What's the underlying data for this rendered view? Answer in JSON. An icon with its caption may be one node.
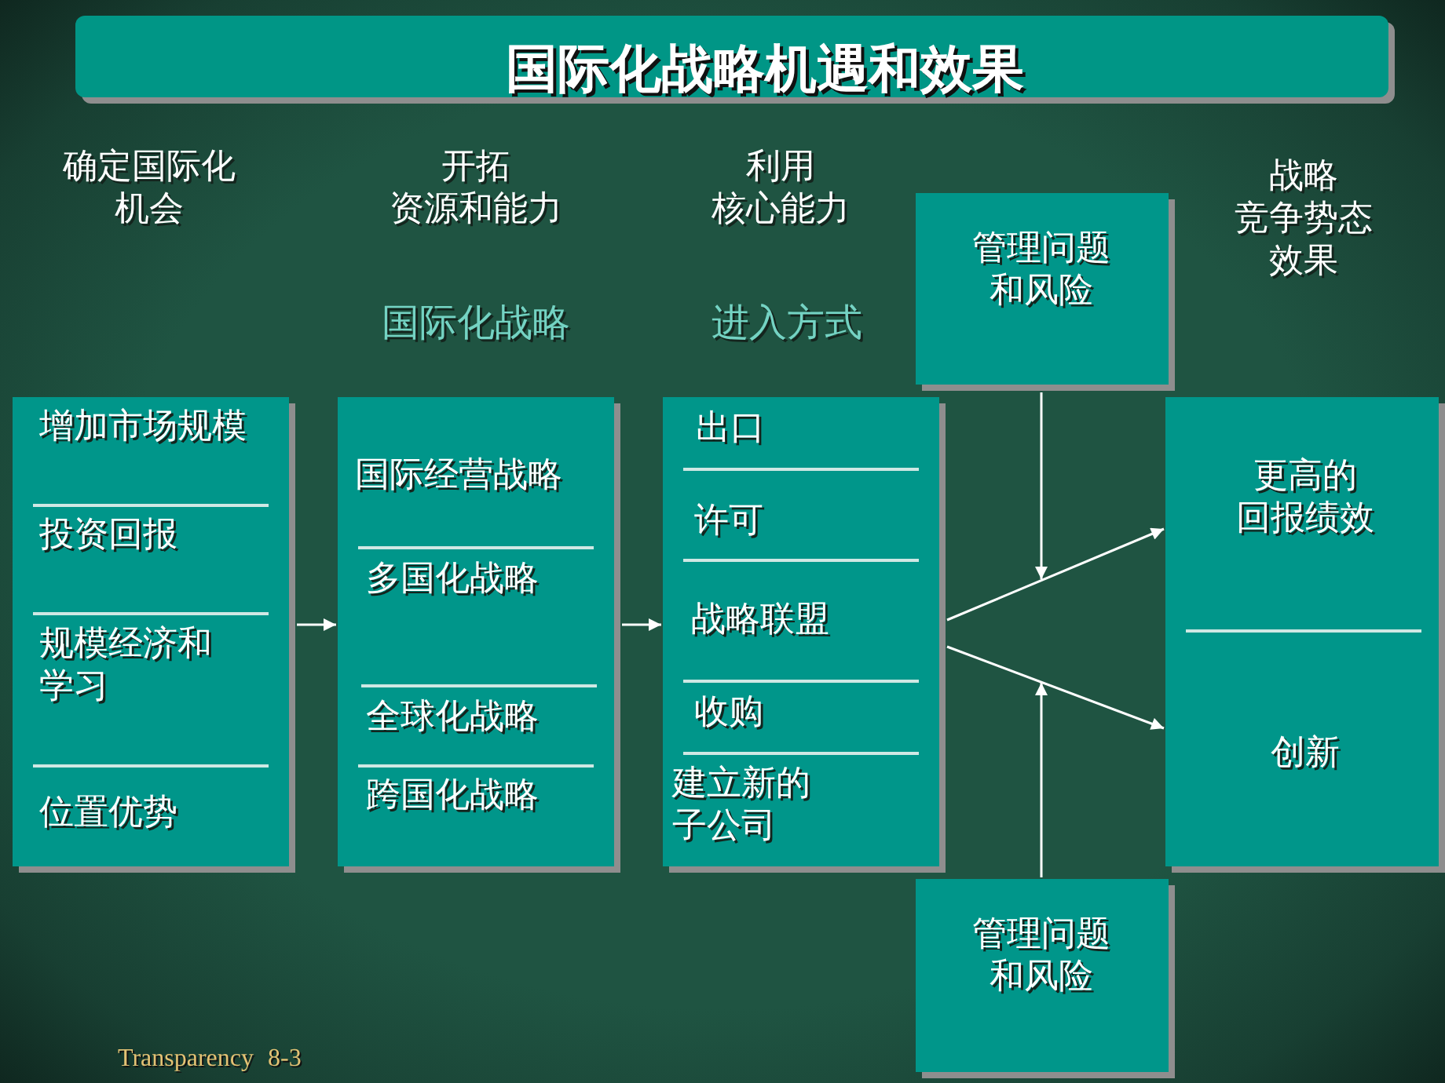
{
  "diagram": {
    "title": "国际化战略机遇和效果",
    "nodes": [
      {
        "text": [
          "增加市场规模",
          "投资回报",
          "规模经济和学习",
          "位置优势"
        ]
      },
      {
        "text": [
          "国际经营战略",
          "多国化战略",
          "全球化战略",
          "跨国化战略"
        ]
      },
      {
        "text": [
          "出口",
          "许可",
          "战略联盟",
          "收购",
          "建立新的子公司"
        ]
      },
      {
        "text": [
          "管理问题和风险"
        ]
      },
      {
        "text": [
          "更高的回报绩效",
          "创新"
        ]
      },
      {
        "text": [
          "管理问题和风险"
        ]
      }
    ],
    "edges": [
      {
        "from": 0,
        "to": 1,
        "arrow": "to"
      },
      {
        "from": 1,
        "to": 2,
        "arrow": "to"
      },
      {
        "from": 2,
        "to": 4,
        "arrow": "to"
      },
      {
        "from": 2,
        "to": 4,
        "arrow": "to"
      },
      {
        "from": 3,
        "to": null,
        "arrow": "to"
      },
      {
        "from": 5,
        "to": null,
        "arrow": "to"
      }
    ],
    "labels": [
      "确定国际化机会",
      "开拓资源和能力",
      "利用核心能力",
      "战略竞争势态效果",
      "国际化战略",
      "进入方式",
      "Transparency 8-3"
    ]
  }
}
